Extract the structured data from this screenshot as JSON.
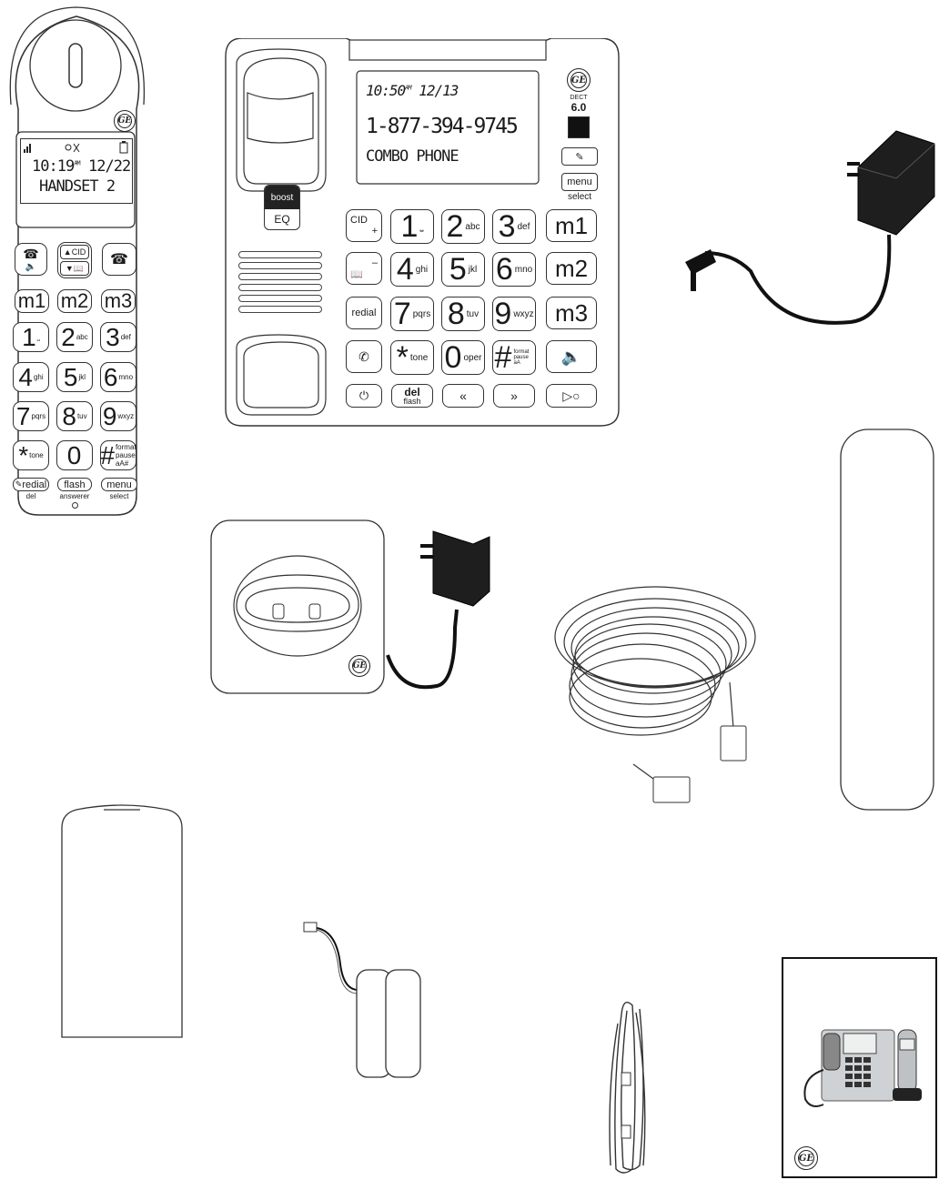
{
  "handset": {
    "logo": "GE",
    "lcd": {
      "status_icons": [
        "signal-icon",
        "ringer-off-icon",
        "battery-icon"
      ],
      "time": "10:19",
      "ampm": "AM",
      "date": "12/22",
      "name": "HANDSET 2"
    },
    "top_keys": {
      "cid": "CID"
    },
    "memory_keys": [
      "m1",
      "m2",
      "m3"
    ],
    "digits": [
      {
        "d": "1",
        "l": "⎵"
      },
      {
        "d": "2",
        "l": "abc"
      },
      {
        "d": "3",
        "l": "def"
      },
      {
        "d": "4",
        "l": "ghi"
      },
      {
        "d": "5",
        "l": "jkl"
      },
      {
        "d": "6",
        "l": "mno"
      },
      {
        "d": "7",
        "l": "pqrs"
      },
      {
        "d": "8",
        "l": "tuv"
      },
      {
        "d": "9",
        "l": "wxyz"
      },
      {
        "d": "*",
        "l": "tone"
      },
      {
        "d": "0",
        "l": ""
      },
      {
        "d": "#",
        "l": "format pause aA#"
      }
    ],
    "bottom_keys": {
      "redial": "redial",
      "flash": "flash",
      "menu": "menu"
    },
    "bottom_labels": {
      "del": "del",
      "answerer": "answerer",
      "select": "select"
    }
  },
  "base": {
    "logo": "GE",
    "lcd": {
      "time": "10:50",
      "ampm": "AM",
      "date": "12/13",
      "number": "1-877-394-9745",
      "caller": "COMBO PHONE"
    },
    "dect_label": "DECT",
    "dect_version": "6.0",
    "boost": "boost",
    "eq": "EQ",
    "menu": "menu",
    "select": "select",
    "cid": "CID",
    "redial": "redial",
    "digits": [
      {
        "d": "1",
        "l": "⎵"
      },
      {
        "d": "2",
        "l": "abc"
      },
      {
        "d": "3",
        "l": "def"
      },
      {
        "d": "4",
        "l": "ghi"
      },
      {
        "d": "5",
        "l": "jkl"
      },
      {
        "d": "6",
        "l": "mno"
      },
      {
        "d": "7",
        "l": "pqrs"
      },
      {
        "d": "8",
        "l": "tuv"
      },
      {
        "d": "9",
        "l": "wxyz"
      },
      {
        "d": "*",
        "l": "tone"
      },
      {
        "d": "0",
        "l": "oper"
      },
      {
        "d": "#",
        "l": "format pause aA"
      }
    ],
    "memory_keys": [
      "m1",
      "m2",
      "m3"
    ],
    "del": "del",
    "flash": "flash"
  },
  "charger": {
    "logo": "GE"
  },
  "manual": {
    "logo": "GE"
  }
}
